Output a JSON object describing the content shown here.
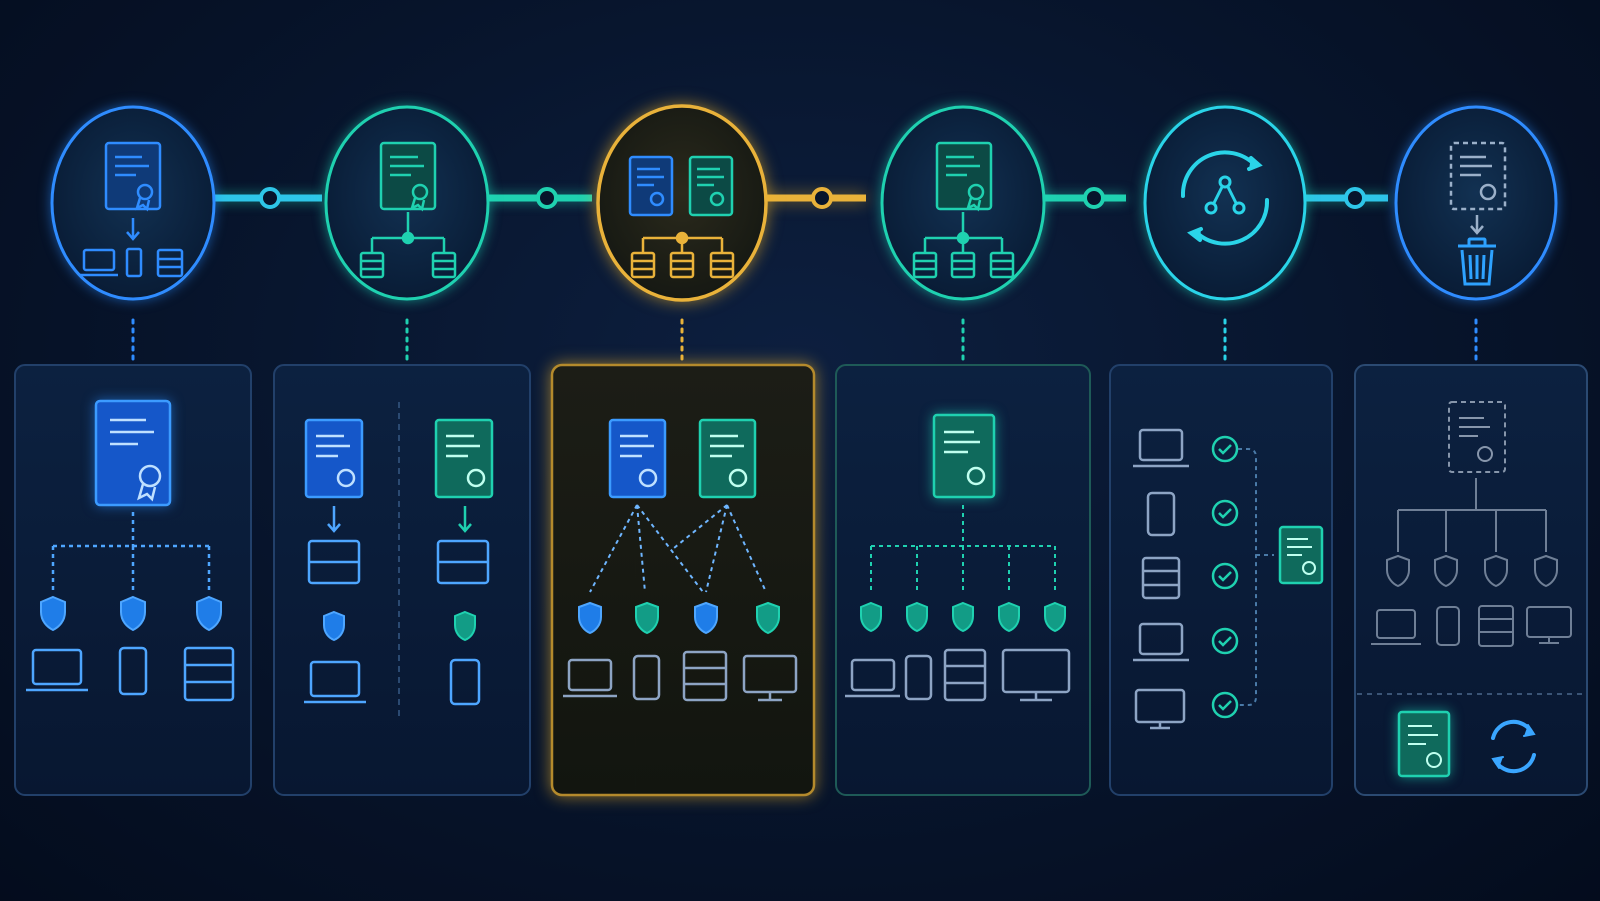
{
  "colors": {
    "background": "#07142b",
    "blue": "#2f8cff",
    "teal": "#1fd1b0",
    "cyan": "#2ad4e8",
    "gold": "#e9b23a",
    "gray": "#7d8ea6",
    "panel_fill": "#0a1a33",
    "panel_border": "#22406a"
  },
  "timeline": {
    "stages": [
      {
        "key": "issue-and-distribute",
        "accent": "blue",
        "icon": "certificate-to-devices-icon"
      },
      {
        "key": "split-issuance",
        "accent": "teal",
        "icon": "certificate-to-servers-icon"
      },
      {
        "key": "dual-certificate-overlap",
        "accent": "gold",
        "icon": "two-certificates-to-servers-icon",
        "highlighted": true
      },
      {
        "key": "new-certificate-rollout",
        "accent": "teal",
        "icon": "certificate-to-three-servers-icon"
      },
      {
        "key": "rotation-verification",
        "accent": "cyan",
        "icon": "rotation-cycle-icon"
      },
      {
        "key": "revoke-and-renew",
        "accent": "blue",
        "icon": "certificate-to-trash-icon"
      }
    ],
    "connector_nodes": 5
  },
  "panels": [
    {
      "key": "issue-and-distribute",
      "devices": [
        "laptop-icon",
        "phone-icon",
        "server-icon"
      ]
    },
    {
      "key": "split-issuance",
      "devices": [
        "laptop-icon",
        "phone-icon"
      ]
    },
    {
      "key": "dual-certificate-overlap",
      "devices": [
        "laptop-icon",
        "phone-icon",
        "server-icon",
        "monitor-icon"
      ]
    },
    {
      "key": "new-certificate-rollout",
      "devices": [
        "laptop-icon",
        "phone-icon",
        "server-icon",
        "monitor-icon"
      ]
    },
    {
      "key": "rotation-verification",
      "devices": [
        "laptop-icon",
        "phone-icon",
        "server-icon",
        "laptop-icon",
        "monitor-icon"
      ]
    },
    {
      "key": "revoke-and-renew",
      "devices": [
        "laptop-icon",
        "phone-icon",
        "server-icon",
        "monitor-icon"
      ]
    }
  ]
}
